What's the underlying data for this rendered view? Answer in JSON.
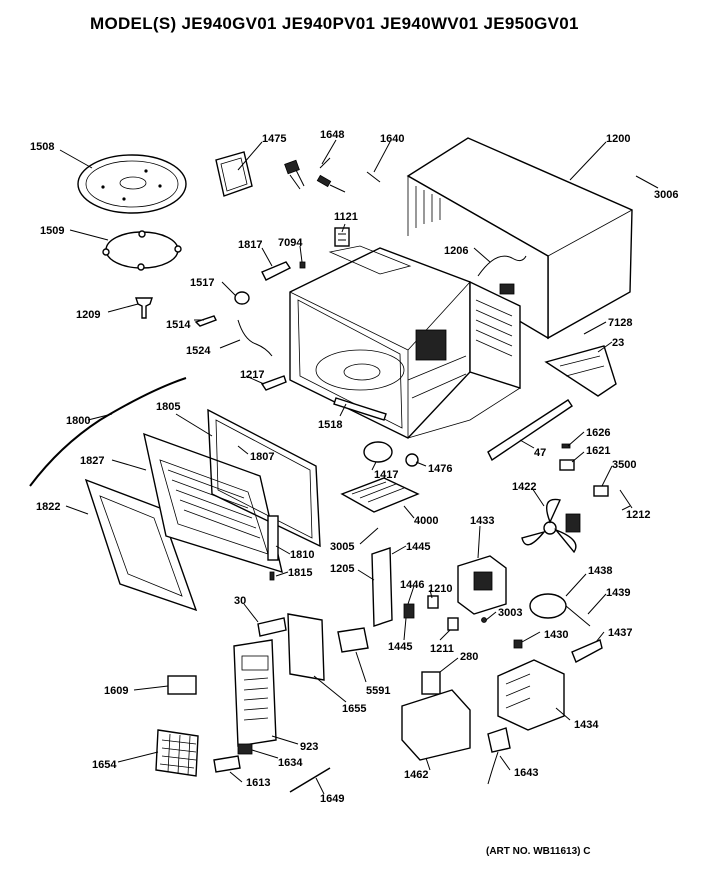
{
  "title": "MODEL(S) JE940GV01  JE940PV01  JE940WV01  JE950GV01",
  "art_number": "(ART NO. WB11613) C",
  "labels": {
    "p1508": "1508",
    "p1475": "1475",
    "p1648": "1648",
    "p1640": "1640",
    "p1200": "1200",
    "p3006": "3006",
    "p1121": "1121",
    "p1509": "1509",
    "p1817": "1817",
    "p7094": "7094",
    "p1206": "1206",
    "p1517": "1517",
    "p1209": "1209",
    "p1514": "1514",
    "p7128": "7128",
    "p1524": "1524",
    "p23": "23",
    "p1217": "1217",
    "p1800": "1800",
    "p1805": "1805",
    "p1518": "1518",
    "p1626": "1626",
    "p47": "47",
    "p1621": "1621",
    "p1827": "1827",
    "p1807": "1807",
    "p1417": "1417",
    "p1476": "1476",
    "p3500": "3500",
    "p1822": "1822",
    "p1422": "1422",
    "p1212": "1212",
    "p4000": "4000",
    "p3005": "3005",
    "p1433": "1433",
    "p1810": "1810",
    "p1445a": "1445",
    "p1205": "1205",
    "p1815": "1815",
    "p1438": "1438",
    "p1446": "1446",
    "p1210": "1210",
    "p1439": "1439",
    "p3003": "3003",
    "p30": "30",
    "p1445b": "1445",
    "p1211": "1211",
    "p1430": "1430",
    "p1437": "1437",
    "p280": "280",
    "p1609": "1609",
    "p5591": "5591",
    "p1655": "1655",
    "p1434": "1434",
    "p923": "923",
    "p1654": "1654",
    "p1634": "1634",
    "p1462": "1462",
    "p1643": "1643",
    "p1613": "1613",
    "p1649": "1649"
  }
}
